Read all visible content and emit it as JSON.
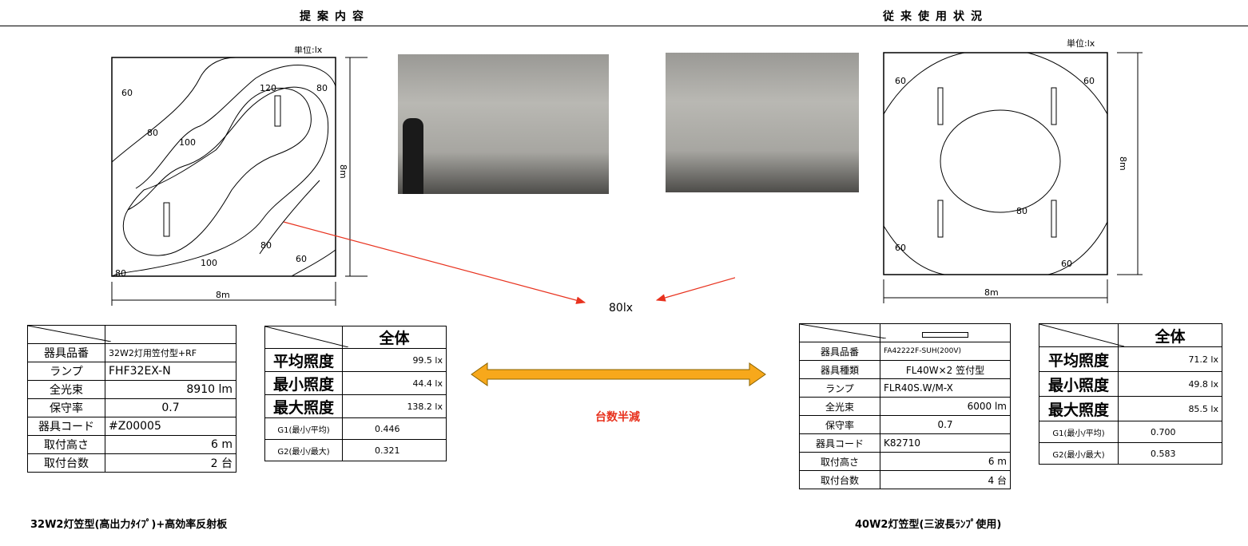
{
  "headers": {
    "left": "提案内容",
    "right": "従来使用状況"
  },
  "unit_label": "単位:lx",
  "dim_8m": "8m",
  "center_result": "80lx",
  "reduction_label": "台数半減",
  "left_plan": {
    "contour_labels": [
      "80",
      "60",
      "120",
      "80",
      "100",
      "80",
      "100",
      "60",
      "80"
    ]
  },
  "right_plan": {
    "contour_labels": [
      "60",
      "60",
      "80",
      "60",
      "60"
    ]
  },
  "left_spec": {
    "rows": [
      {
        "label": "器具品番",
        "value": "32W2灯用笠付型+RF"
      },
      {
        "label": "ランプ",
        "value": "FHF32EX-N"
      },
      {
        "label": "全光束",
        "value": "8910 lm"
      },
      {
        "label": "保守率",
        "value": "0.7"
      },
      {
        "label": "器具コード",
        "value": "#Z00005"
      },
      {
        "label": "取付高さ",
        "value": "6 m"
      },
      {
        "label": "取付台数",
        "value": "2 台"
      }
    ]
  },
  "left_result": {
    "header": "全体",
    "rows": [
      {
        "label": "平均照度",
        "value": "99.5 lx"
      },
      {
        "label": "最小照度",
        "value": "44.4 lx"
      },
      {
        "label": "最大照度",
        "value": "138.2 lx"
      },
      {
        "label": "G1(最小/平均)",
        "value": "0.446"
      },
      {
        "label": "G2(最小/最大)",
        "value": "0.321"
      }
    ]
  },
  "right_spec": {
    "rows": [
      {
        "label": "器具品番",
        "value": "FA42222F-SUH(200V)"
      },
      {
        "label": "器具種類",
        "value": "FL40W×2 笠付型"
      },
      {
        "label": "ランプ",
        "value": "FLR40S.W/M-X"
      },
      {
        "label": "全光束",
        "value": "6000 lm"
      },
      {
        "label": "保守率",
        "value": "0.7"
      },
      {
        "label": "器具コード",
        "value": "K82710"
      },
      {
        "label": "取付高さ",
        "value": "6 m"
      },
      {
        "label": "取付台数",
        "value": "4 台"
      }
    ]
  },
  "right_result": {
    "header": "全体",
    "rows": [
      {
        "label": "平均照度",
        "value": "71.2 lx"
      },
      {
        "label": "最小照度",
        "value": "49.8 lx"
      },
      {
        "label": "最大照度",
        "value": "85.5 lx"
      },
      {
        "label": "G1(最小/平均)",
        "value": "0.700"
      },
      {
        "label": "G2(最小/最大)",
        "value": "0.583"
      }
    ]
  },
  "captions": {
    "left": "32W2灯笠型(高出力ﾀｲﾌﾟ)+高効率反射板",
    "right": "40W2灯笠型(三波長ﾗﾝﾌﾟ使用)"
  },
  "colors": {
    "arrow_red": "#e8321e",
    "arrow_orange": "#f7a81b",
    "reduction_text": "#e8321e"
  }
}
